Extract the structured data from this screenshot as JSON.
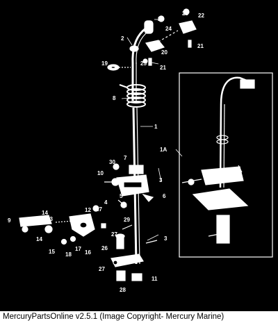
{
  "footer": {
    "caption": "MercuryPartsOnline v2.5.1 (Image Copyright- Mercury Marine)"
  },
  "callouts": [
    {
      "id": "c1",
      "text": "1"
    },
    {
      "id": "c1a",
      "text": "1A"
    },
    {
      "id": "c2",
      "text": "2"
    },
    {
      "id": "c3a",
      "text": "3"
    },
    {
      "id": "c3b",
      "text": "3"
    },
    {
      "id": "c4",
      "text": "4"
    },
    {
      "id": "c5",
      "text": "5"
    },
    {
      "id": "c6",
      "text": "6"
    },
    {
      "id": "c7",
      "text": "7"
    },
    {
      "id": "c8",
      "text": "8"
    },
    {
      "id": "c9",
      "text": "9"
    },
    {
      "id": "c10",
      "text": "10"
    },
    {
      "id": "c11",
      "text": "11"
    },
    {
      "id": "c12",
      "text": "12"
    },
    {
      "id": "c13",
      "text": "13"
    },
    {
      "id": "c14a",
      "text": "14"
    },
    {
      "id": "c14b",
      "text": "14"
    },
    {
      "id": "c15",
      "text": "15"
    },
    {
      "id": "c16",
      "text": "16"
    },
    {
      "id": "c17a",
      "text": "17"
    },
    {
      "id": "c17b",
      "text": "17"
    },
    {
      "id": "c18",
      "text": "18"
    },
    {
      "id": "c19",
      "text": "19"
    },
    {
      "id": "c20",
      "text": "20"
    },
    {
      "id": "c21a",
      "text": "21"
    },
    {
      "id": "c21b",
      "text": "21"
    },
    {
      "id": "c22a",
      "text": "22"
    },
    {
      "id": "c22b",
      "text": "22"
    },
    {
      "id": "c23",
      "text": "23"
    },
    {
      "id": "c24",
      "text": "24"
    },
    {
      "id": "c25",
      "text": "25"
    },
    {
      "id": "c26",
      "text": "26"
    },
    {
      "id": "c27a",
      "text": "27"
    },
    {
      "id": "c27b",
      "text": "27"
    },
    {
      "id": "c28",
      "text": "28"
    },
    {
      "id": "c29",
      "text": "29"
    },
    {
      "id": "c30",
      "text": "30"
    }
  ]
}
